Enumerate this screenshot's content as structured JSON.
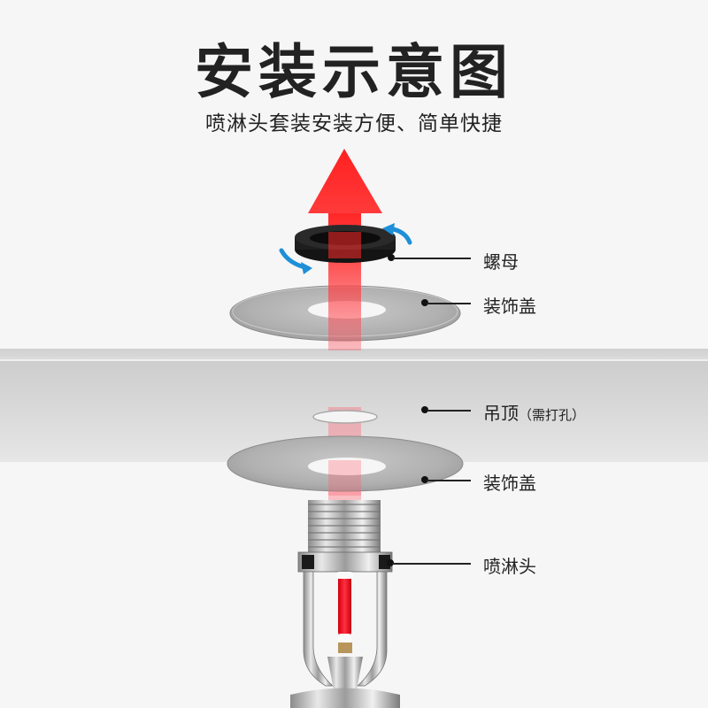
{
  "title": "安装示意图",
  "subtitle": "喷淋头套装安装方便、简单快捷",
  "labels": {
    "nut": "螺母",
    "cover_top": "装饰盖",
    "ceiling": "吊顶",
    "ceiling_note": "（需打孔）",
    "cover_bottom": "装饰盖",
    "sprinkler": "喷淋头"
  },
  "colors": {
    "arrow": "#ff2a2a",
    "rotate_arrows": "#1e8fd8",
    "nut": "#1a1a1a",
    "background": "#f6f6f6",
    "ceiling": "#d6d6d6"
  },
  "icons": {
    "up_arrow": "up-arrow-icon",
    "rotate": "rotate-arrow-icon"
  }
}
